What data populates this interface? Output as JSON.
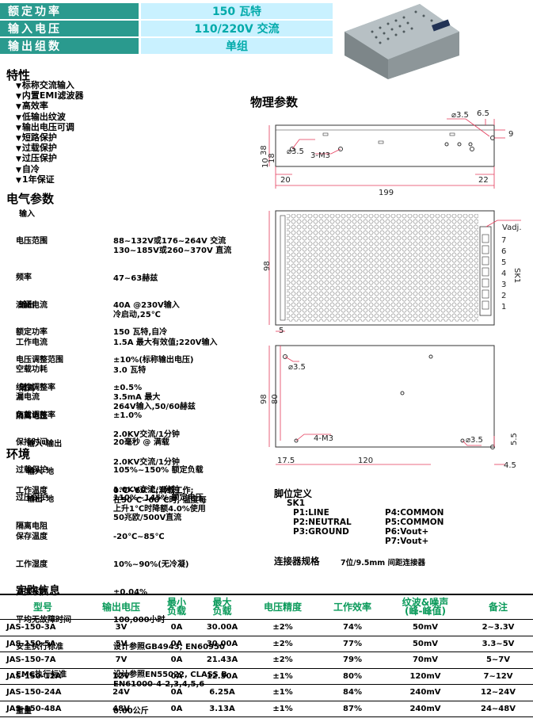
{
  "header": [
    {
      "label": "额定功率",
      "value": "150 瓦特"
    },
    {
      "label": "输入电压",
      "value": "110/220V 交流"
    },
    {
      "label": "输出组数",
      "value": "单组"
    }
  ],
  "features_title": "特性",
  "features": [
    "标称交流输入",
    "内置EMI滤波器",
    "高效率",
    "低输出纹波",
    "输出电压可调",
    "短路保护",
    "过载保护",
    "过压保护",
    "自冷",
    "1年保证"
  ],
  "physical_title": "物理参数",
  "electrical_title": "电气参数",
  "input_heading": "输入",
  "input_rows": [
    [
      "电压范围",
      "88~132V或176~264V 交流\n130~185V或260~370V 直流"
    ],
    [
      "频率",
      "47~63赫兹"
    ],
    [
      "浪涌电流",
      "40A @230V输入\n冷启动,25℃"
    ],
    [
      "工作电流",
      "1.5A 最大有效值;220V输入"
    ],
    [
      "空载功耗",
      "3.0 瓦特"
    ],
    [
      "漏电流",
      "3.5mA 最大\n264V输入,50/60赫兹"
    ]
  ],
  "output_heading": "输出",
  "output_rows": [
    [
      "额定功率",
      "150 瓦特,自冷"
    ],
    [
      "电压调整范围",
      "±10%(标称输出电压)"
    ],
    [
      "线性调整率",
      "±0.5%"
    ],
    [
      "负载调整率",
      "±1.0%"
    ],
    [
      "保持时间",
      "20毫秒 @ 满载"
    ],
    [
      "过载保护",
      "105%~150% 额定负载"
    ],
    [
      "过压保护",
      "110%~145% 额定电压"
    ]
  ],
  "isolation_heading": "隔离",
  "isolation_rows": [
    [
      "隔离电压",
      ""
    ],
    [
      "    输入-输出",
      "2.0KV交流/1分钟"
    ],
    [
      "    输入-地",
      "2.0KV交流/1分钟"
    ],
    [
      "    输出-地",
      "1.0KV交流/1分钟"
    ],
    [
      "隔离电阻",
      "50兆欧/500V直流"
    ]
  ],
  "env_title": "环境",
  "env_rows": [
    [
      "工作温度",
      "0℃~50℃;满载工作;\n在50℃~60℃时, 温度每\n上升1℃时降额4.0%使用"
    ],
    [
      "保存温度",
      "-20℃~85℃"
    ],
    [
      "工作湿度",
      "10%~90%(无冷凝)"
    ],
    [
      "温度系数",
      "±0.04%"
    ],
    [
      "平均无故障时间",
      "100,000小时"
    ],
    [
      "安全执行标准",
      "设计参照GB4943, EN60950"
    ],
    [
      "EMC执行标准",
      "设计参照EN55022, CLASS B\nEN61000-4-2,3,4,5,6"
    ],
    [
      "重量",
      "0.60公斤"
    ]
  ],
  "pin": {
    "title": "脚位定义",
    "sk": "SK1",
    "left": [
      "P1:LINE",
      "P2:NEUTRAL",
      "P3:GROUND"
    ],
    "right": [
      "P4:COMMON",
      "P5:COMMON",
      "P6:Vout+",
      "P7:Vout+"
    ],
    "connector_label": "连接器规格",
    "connector_value": "7位/9.5mm 间距连接器"
  },
  "drawing": {
    "top": {
      "d35": "⌀3.5",
      "d65": "6.5",
      "d9": "9",
      "d38": "38",
      "d10": "10",
      "d18": "18",
      "screw": "3-M3",
      "d20": "20",
      "d22": "22",
      "d199": "199"
    },
    "mid": {
      "d98": "98",
      "vadj": "Vadj.",
      "sk": "SK1",
      "pins": [
        "7",
        "6",
        "5",
        "4",
        "3",
        "2",
        "1"
      ]
    },
    "bot": {
      "d5": "5",
      "d35": "⌀3.5",
      "d98": "98",
      "d80": "80",
      "screw": "4-M3",
      "d35b": "⌀3.5",
      "d55": "5.5",
      "d175": "17.5",
      "d120": "120",
      "d45": "4.5"
    }
  },
  "order": {
    "title": "定购信息",
    "columns": [
      "型号",
      "输出电压",
      "最小\n负载",
      "最大\n负载",
      "电压精度",
      "工作效率",
      "纹波&噪声\n(峰-峰值)",
      "备注"
    ],
    "rows": [
      [
        "JAS-150-3A",
        "3V",
        "0A",
        "30.00A",
        "±2%",
        "74%",
        "50mV",
        "2~3.3V"
      ],
      [
        "JAS-150-5A",
        "5V",
        "0A",
        "30.00A",
        "±2%",
        "77%",
        "50mV",
        "3.3~5V"
      ],
      [
        "JAS-150-7A",
        "7V",
        "0A",
        "21.43A",
        "±2%",
        "79%",
        "70mV",
        "5~7V"
      ],
      [
        "JAS-150-12A",
        "12V",
        "0A",
        "12.50A",
        "±1%",
        "80%",
        "120mV",
        "7~12V"
      ],
      [
        "JAS-150-24A",
        "24V",
        "0A",
        "6.25A",
        "±1%",
        "84%",
        "240mV",
        "12~24V"
      ],
      [
        "JAS-150-48A",
        "48V",
        "0A",
        "3.13A",
        "±1%",
        "87%",
        "240mV",
        "24~48V"
      ]
    ]
  }
}
